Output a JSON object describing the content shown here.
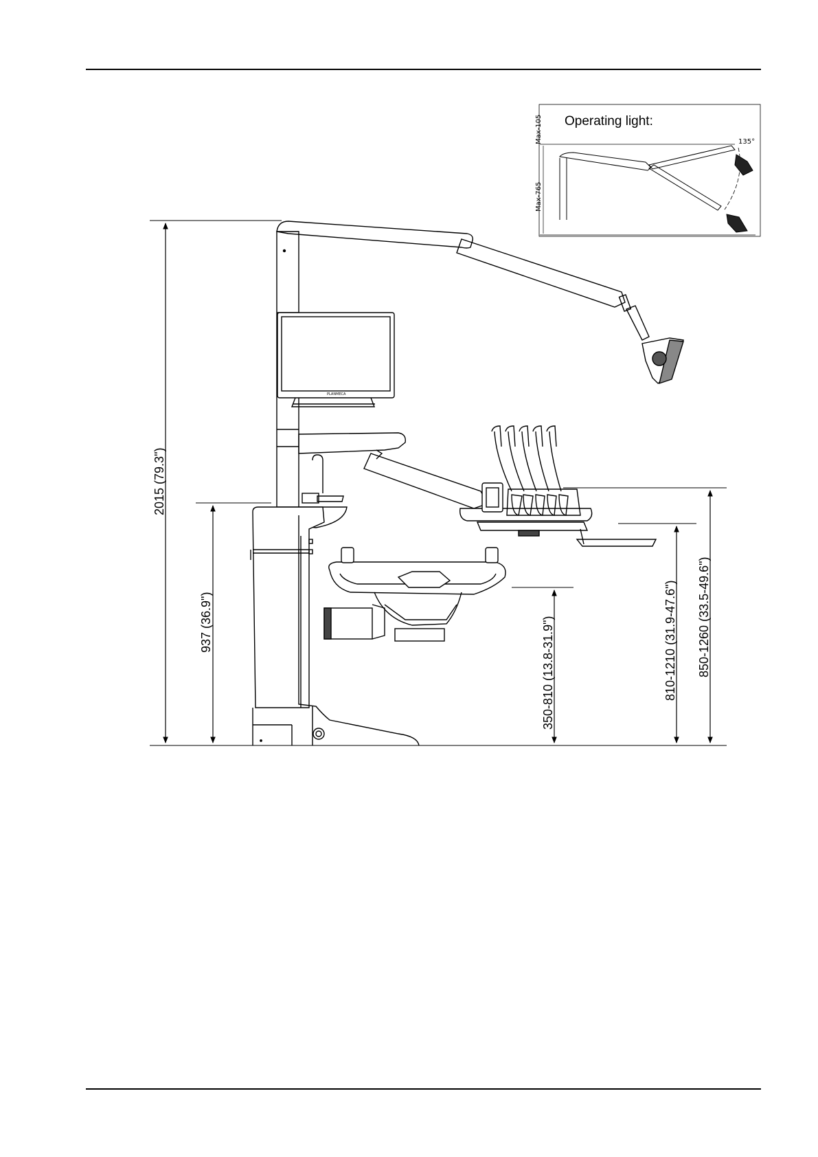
{
  "inset": {
    "title": "Operating light:",
    "max_top": "Max-105",
    "max_bottom": "Max-765",
    "angle": "135°"
  },
  "dimensions": {
    "total_height": "2015 (79.3\")",
    "cuspidor_height": "937 (36.9\")",
    "chair_height": "350-810 (13.8-31.9\")",
    "tray_low": "810-1210 (31.9-47.6\")",
    "tray_high": "850-1260 (33.5-49.6\")"
  },
  "monitor": {
    "brand": "PLANMECA"
  }
}
